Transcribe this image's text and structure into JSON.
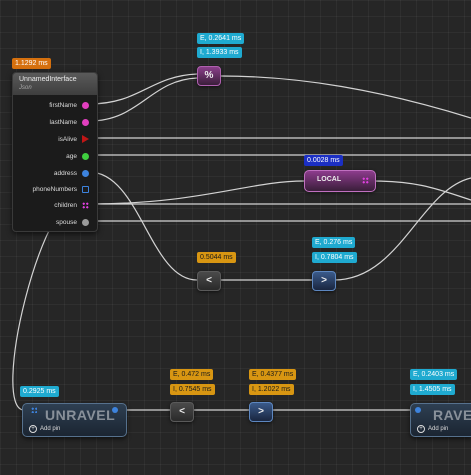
{
  "interface_node": {
    "timing": "1.1292 ms",
    "title": "UnnamedInterface",
    "subtitle": "Json",
    "pins": [
      {
        "label": "firstName",
        "pin_icon": "pink-circle-pin",
        "color": "#e23fbf"
      },
      {
        "label": "lastName",
        "pin_icon": "pink-circle-pin",
        "color": "#e23fbf"
      },
      {
        "label": "isAlive",
        "pin_icon": "red-triangle-pin",
        "color": "#c01616"
      },
      {
        "label": "age",
        "pin_icon": "green-circle-pin",
        "color": "#3fcf3f"
      },
      {
        "label": "address",
        "pin_icon": "blue-circle-pin",
        "color": "#3d83dd"
      },
      {
        "label": "phoneNumbers",
        "pin_icon": "blue-square-pin",
        "color": "#3d83dd"
      },
      {
        "label": "children",
        "pin_icon": "magenta-grid-pin",
        "color": "#e040e0"
      },
      {
        "label": "spouse",
        "pin_icon": "gray-circle-pin",
        "color": "#9a9a9a"
      }
    ]
  },
  "concat_node": {
    "symbol": "%",
    "exclusive": "E, 0.2641 ms",
    "inclusive": "I, 1.3933 ms"
  },
  "local_node": {
    "label": "LOCAL",
    "timing": "0.0028 ms"
  },
  "mid_less_node": {
    "symbol": "<",
    "timing": "0.5044 ms"
  },
  "mid_greater_node": {
    "symbol": ">",
    "exclusive": "E, 0.276 ms",
    "inclusive": "I, 0.7804 ms"
  },
  "unravel_left": {
    "title": "UNRAVEL",
    "timing": "0.2925 ms",
    "add_pin": "Add pin"
  },
  "bottom_less_node": {
    "symbol": "<",
    "exclusive": "E, 0.472 ms",
    "inclusive": "I, 0.7545 ms"
  },
  "bottom_greater_node": {
    "symbol": ">",
    "exclusive": "E, 0.4377 ms",
    "inclusive": "I, 1.2022 ms"
  },
  "unravel_right": {
    "title": "RAVEL",
    "exclusive": "E, 0.2403 ms",
    "inclusive": "I, 1.4505 ms",
    "add_pin": "Add pin"
  },
  "colors": {
    "background": "#262626",
    "wire": "#e6e6e6",
    "timing_orange": "#d5700e",
    "timing_amber": "#d89612",
    "timing_cyan": "#1faad0",
    "timing_blue": "#1b2fc4",
    "unravel_pin": "#3d83dd"
  }
}
